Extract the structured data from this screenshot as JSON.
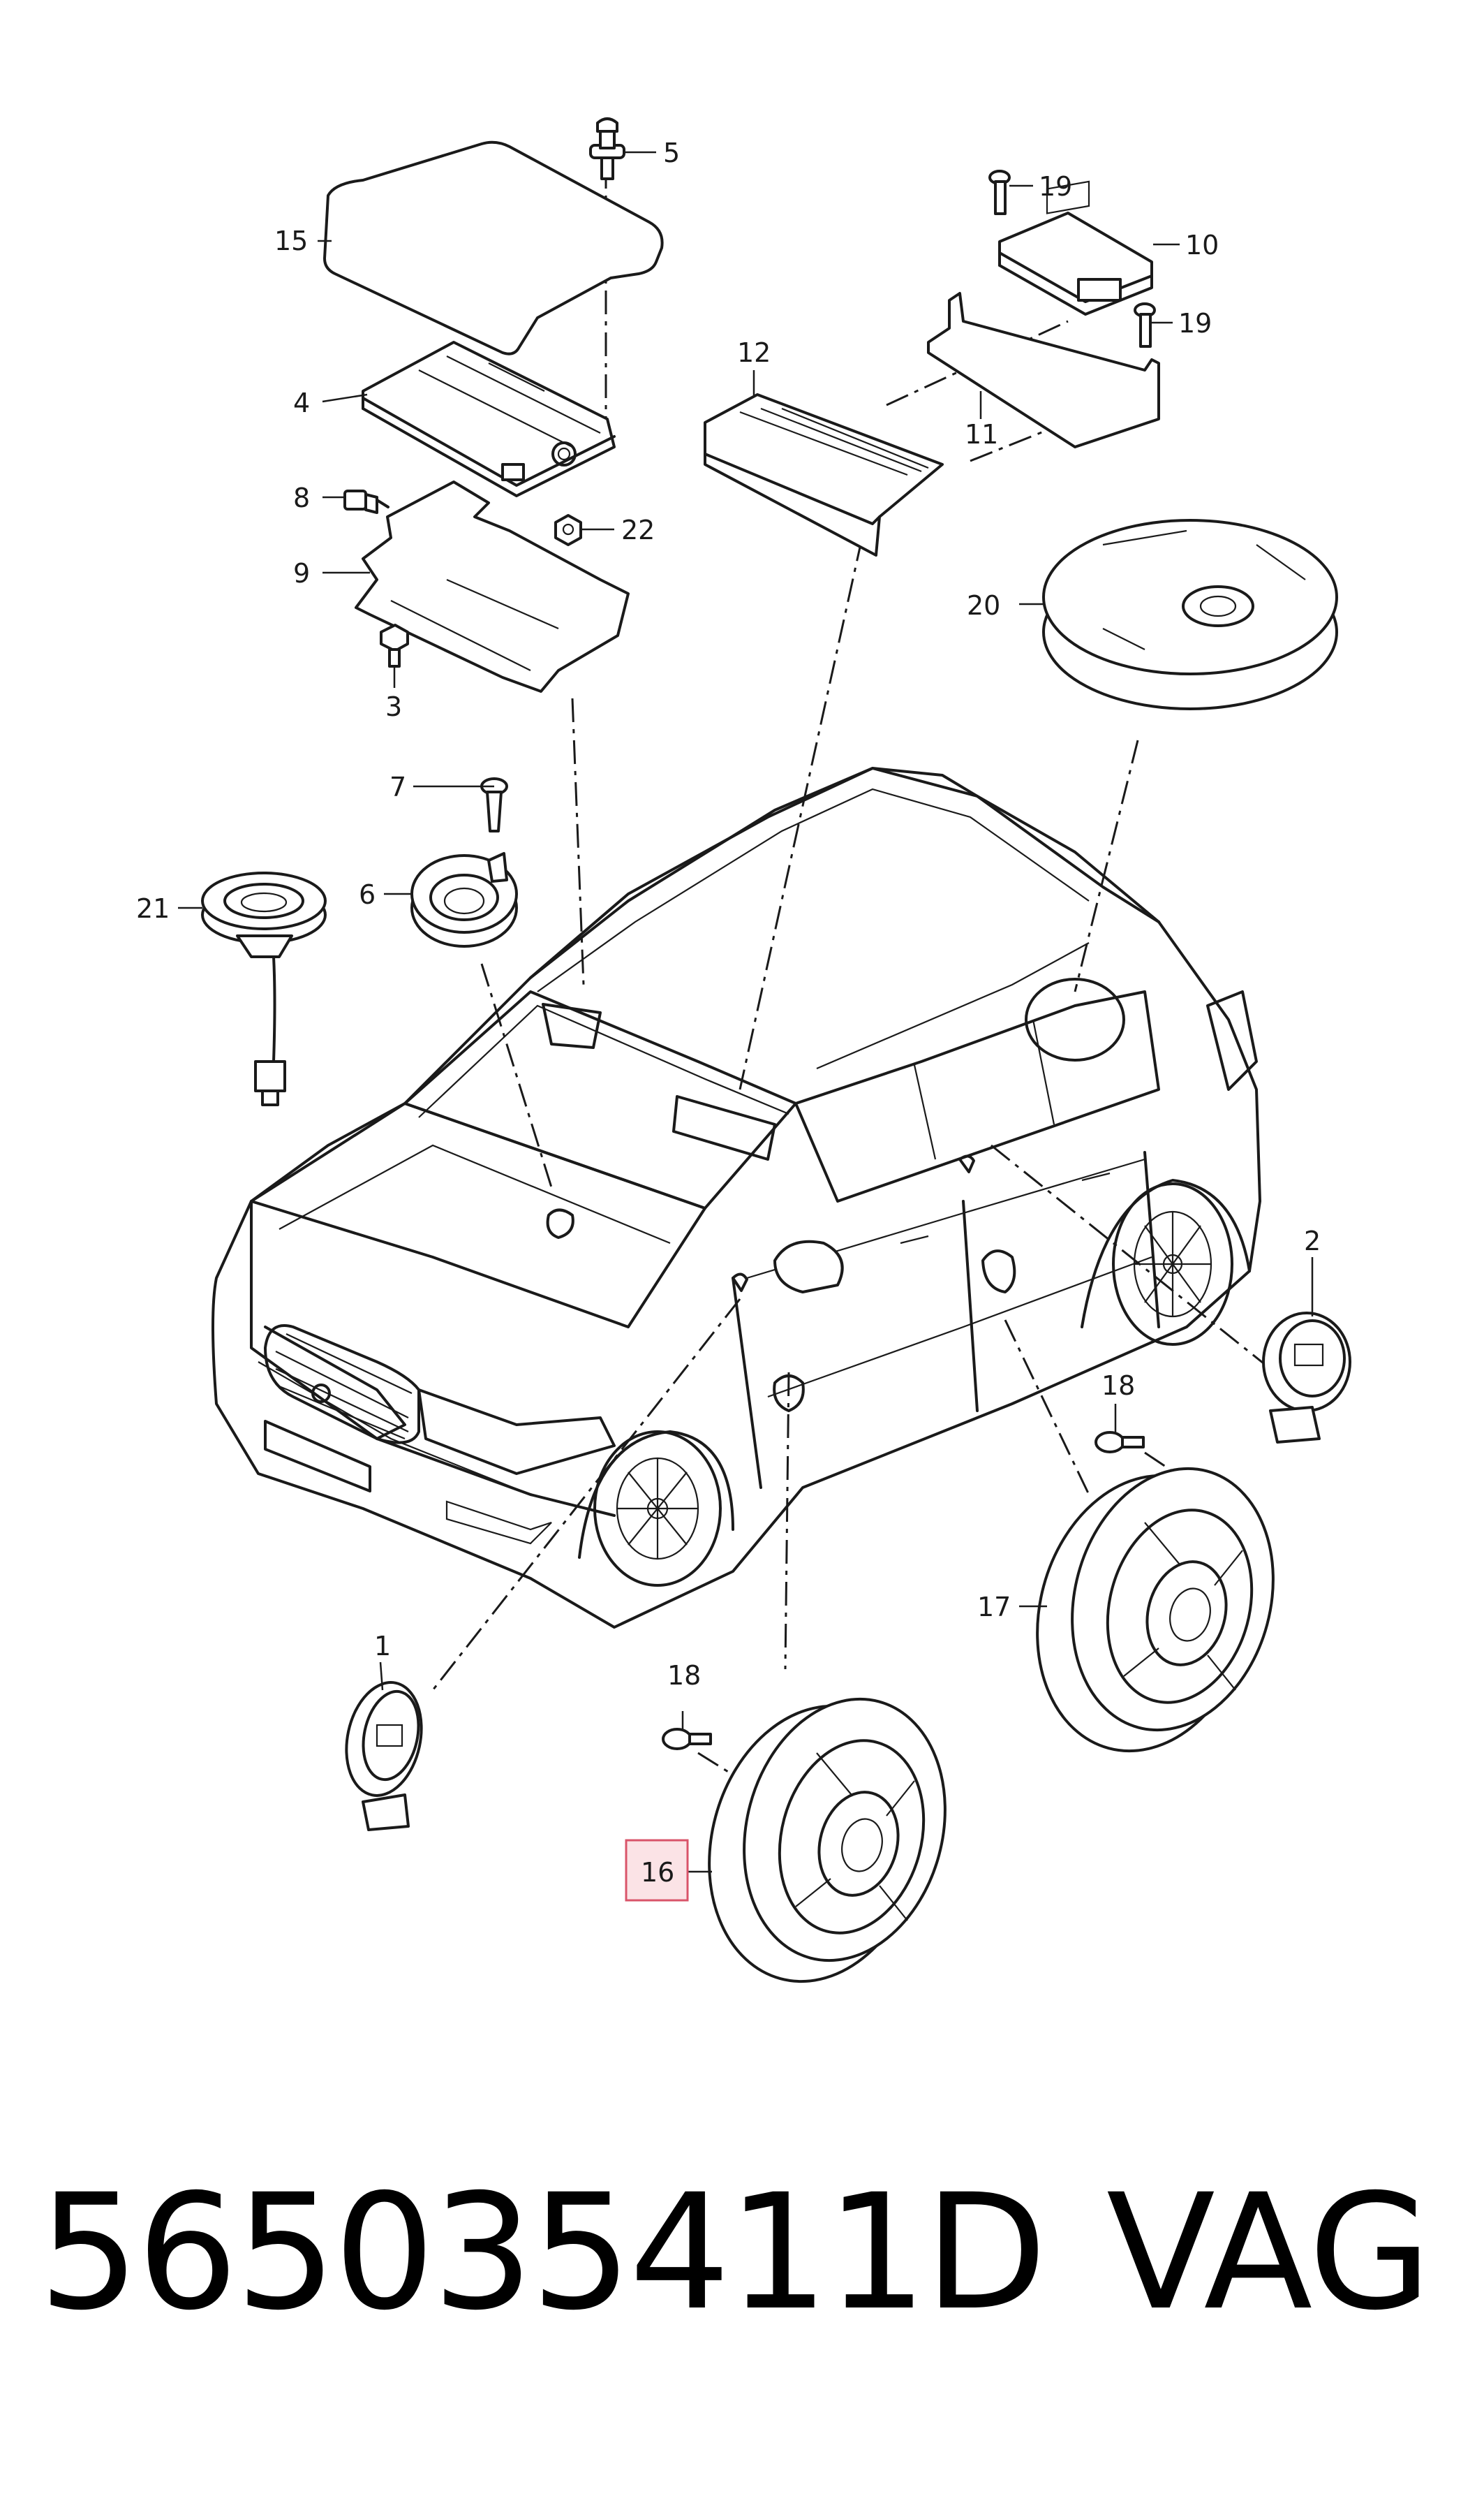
{
  "callouts": {
    "c1": "1",
    "c2": "2",
    "c3": "3",
    "c4": "4",
    "c5": "5",
    "c6": "6",
    "c7": "7",
    "c8": "8",
    "c9": "9",
    "c10": "10",
    "c11": "11",
    "c12": "12",
    "c15": "15",
    "c16": "16",
    "c17": "17",
    "c18a": "18",
    "c18b": "18",
    "c19a": "19",
    "c19b": "19",
    "c20": "20",
    "c21": "21",
    "c22": "22"
  },
  "highlight": {
    "callout": "16",
    "color": "#d9546a",
    "fill": "#fbe3e6"
  },
  "footer": {
    "part_number": "565035411D",
    "brand": "VAG"
  },
  "colors": {
    "line": "#1a1a1a",
    "background": "#ffffff"
  }
}
